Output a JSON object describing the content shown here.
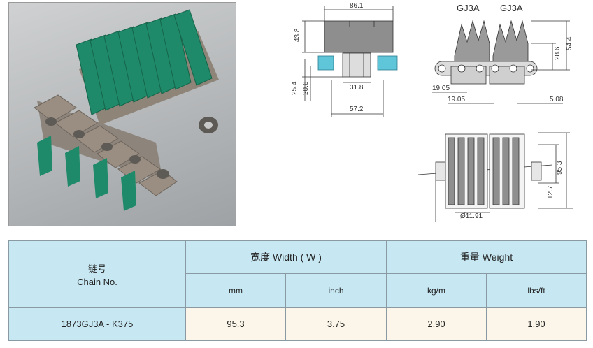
{
  "top_view": {
    "width_label": "86.1",
    "height_label": "43.8",
    "dim_25": "25.4",
    "dim_20": "20.6",
    "dim_31": "31.8",
    "dim_57": "57.2"
  },
  "side_view": {
    "label_left": "GJ3A",
    "label_right": "GJ3A",
    "dim_54": "54.4",
    "dim_28": "28.6",
    "pitch_1": "19.05",
    "pitch_2": "19.05",
    "dim_5": "5.08"
  },
  "plan_view": {
    "dim_95": "95.3",
    "dim_12": "12.7",
    "pin_dia": "Ø11.91"
  },
  "table": {
    "chain_no_cn": "链号",
    "chain_no_en": "Chain No.",
    "width_header": "宽度 Width ( W )",
    "weight_header": "重量 Weight",
    "unit_mm": "mm",
    "unit_inch": "inch",
    "unit_kgm": "kg/m",
    "unit_lbsft": "lbs/ft",
    "rows": [
      {
        "chain": "1873GJ3A - K375",
        "mm": "95.3",
        "inch": "3.75",
        "kgm": "2.90",
        "lbsft": "1.90"
      }
    ]
  }
}
